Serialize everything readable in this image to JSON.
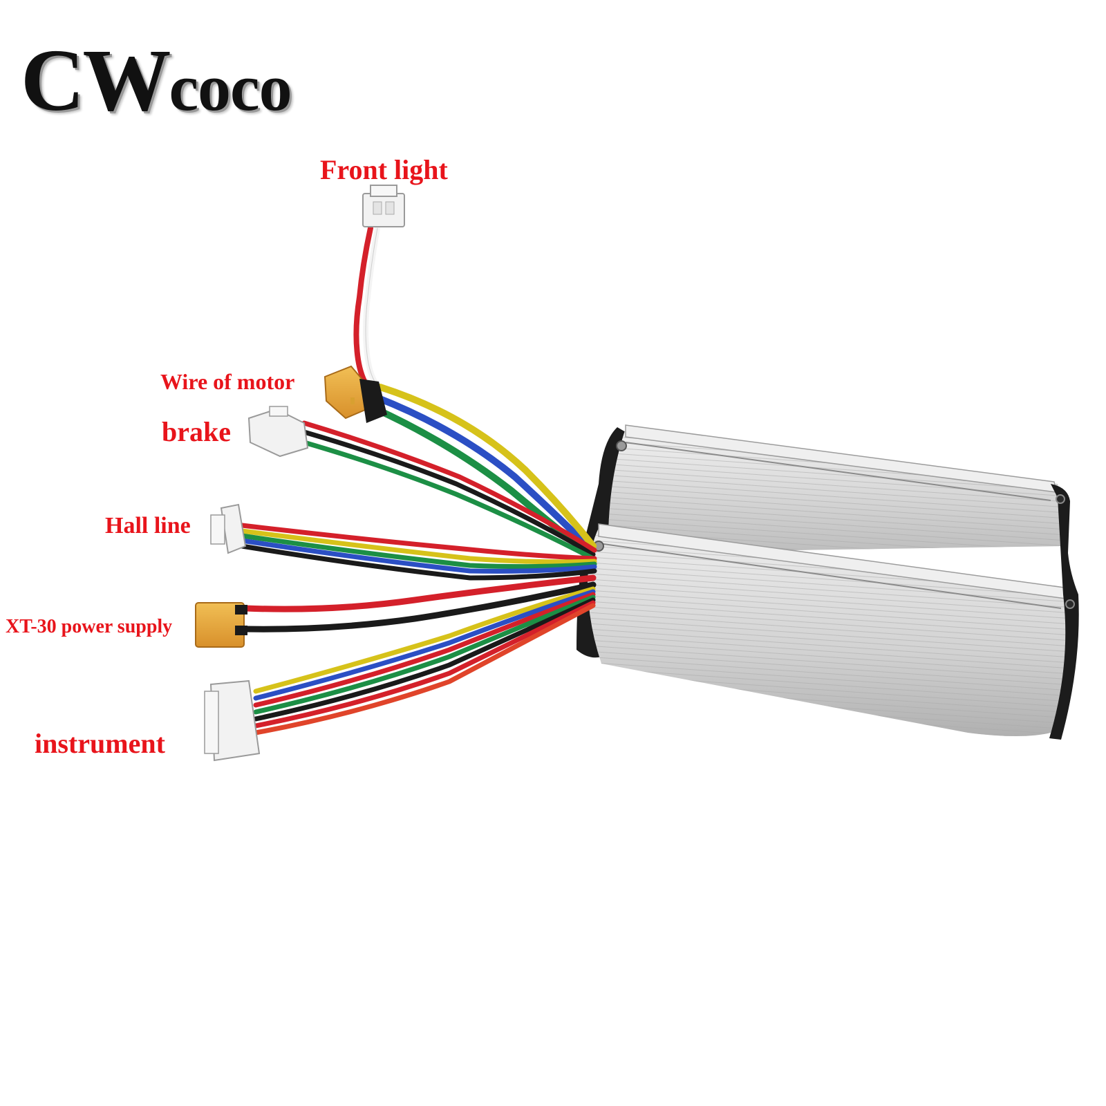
{
  "brand": {
    "logo_prefix": "CW",
    "logo_suffix": "coco"
  },
  "labels": {
    "front_light": "Front light",
    "wire_of_motor": "Wire of motor",
    "brake": "brake",
    "hall_line": "Hall line",
    "xt30_power_supply": "XT-30 power supply",
    "instrument": "instrument"
  },
  "colors": {
    "label_red": "#e8141b",
    "wire_red": "#d4202a",
    "wire_black": "#1a1a1a",
    "wire_green": "#1c8f45",
    "wire_blue": "#2b4fc4",
    "wire_yellow": "#d6c21a",
    "wire_white": "#f4f4f4",
    "connector_white": "#f2f2f2",
    "connector_yellow": "#e7a93a",
    "housing_silver": "#dcdcdc"
  },
  "icons": {
    "housing": "controller-housing-icon",
    "front_light_plug": "two-pin-connector-icon",
    "motor_plug": "mr30-connector-icon",
    "brake_plug": "three-pin-connector-icon",
    "hall_plug": "multi-pin-connector-icon",
    "power_plug": "xt30-connector-icon",
    "instrument_plug": "multi-pin-connector-icon"
  }
}
